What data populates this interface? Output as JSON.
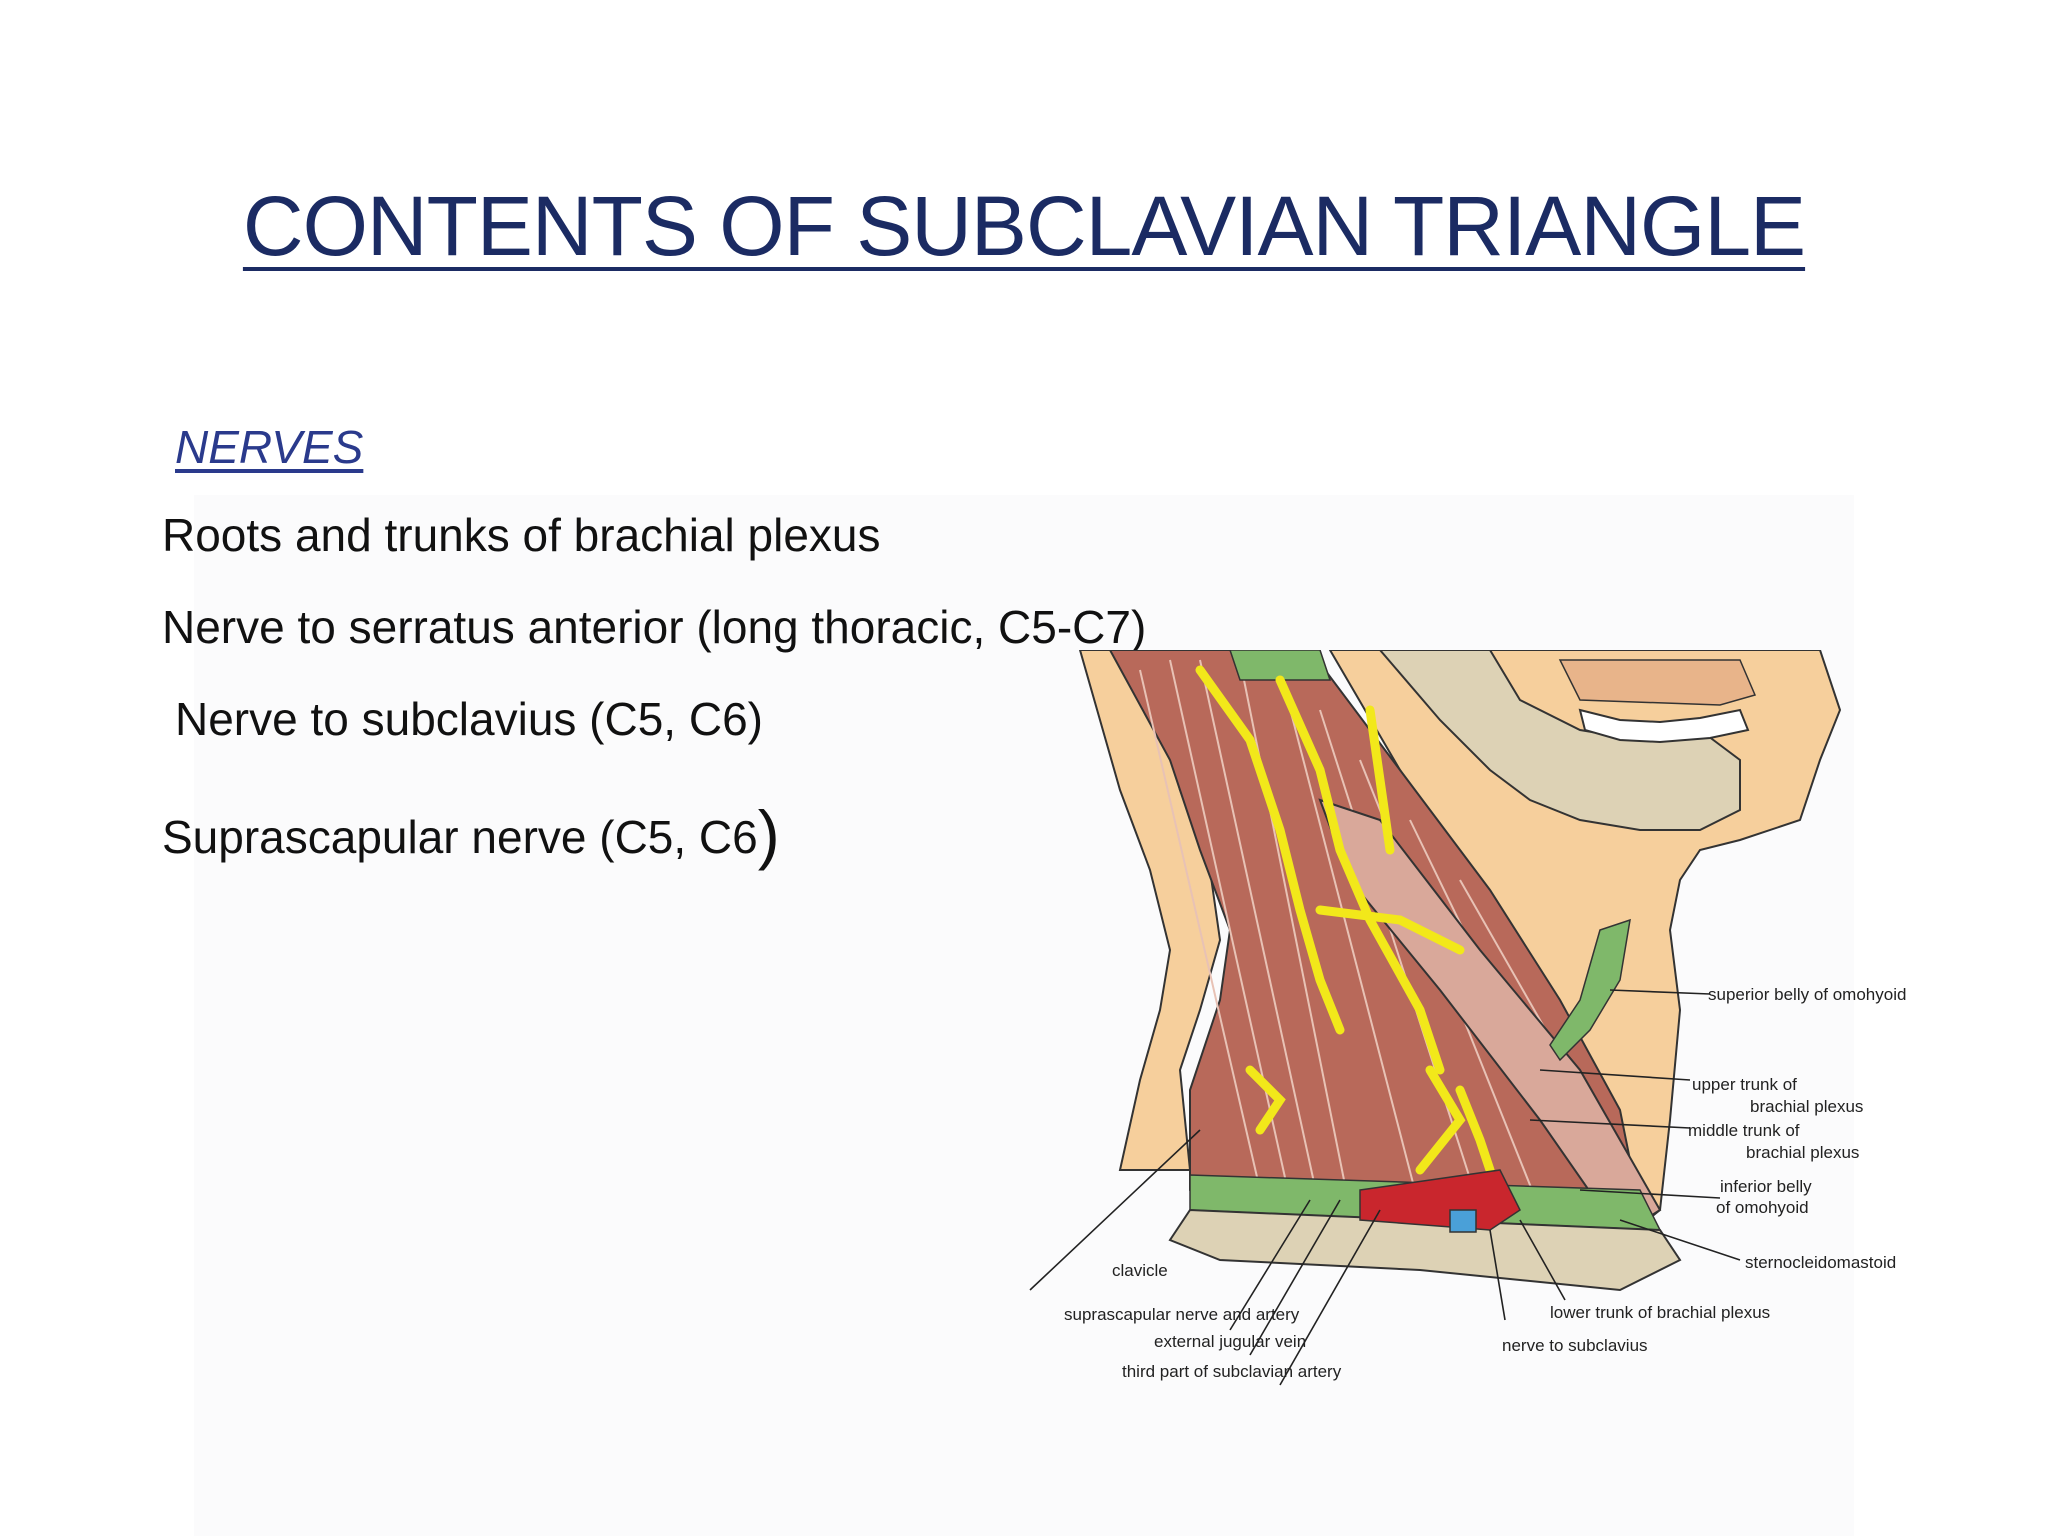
{
  "slide": {
    "title": "CONTENTS OF SUBCLAVIAN TRIANGLE",
    "section_heading": "NERVES",
    "bullets": [
      "Roots and trunks of brachial plexus",
      "Nerve to serratus anterior (long thoracic, C5-C7)",
      "Nerve to subclavius (C5, C6)",
      "Suprascapular nerve (C5, C6"
    ],
    "last_bullet_paren": ")"
  },
  "figure": {
    "labels": {
      "superior_belly": "superior belly of omohyoid",
      "upper_trunk_1": "upper trunk of",
      "upper_trunk_2": "brachial plexus",
      "middle_trunk_1": "middle trunk of",
      "middle_trunk_2": "brachial plexus",
      "inferior_belly_1": "inferior belly",
      "inferior_belly_2": "of omohyoid",
      "sternocleidomastoid": "sternocleidomastoid",
      "clavicle": "clavicle",
      "suprascapular": "suprascapular nerve and artery",
      "ext_jugular": "external jugular vein",
      "third_part": "third part of subclavian artery",
      "lower_trunk": "lower trunk  of brachial plexus",
      "nerve_subclavius": "nerve to subclavius"
    },
    "colors": {
      "muscle": "#b8695a",
      "skin": "#f6cf9c",
      "bone": "#ddd2b5",
      "nerve": "#f2e81a",
      "fascia_green": "#7fb86a",
      "artery": "#c9262d"
    }
  }
}
